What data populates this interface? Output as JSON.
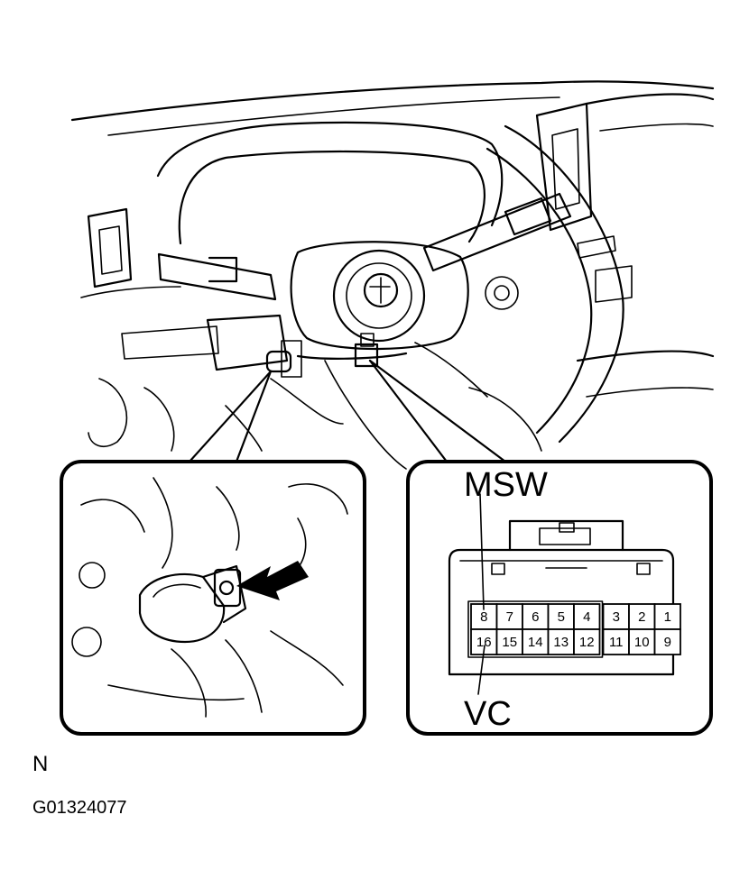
{
  "labels": {
    "msw": "MSW",
    "vc": "VC",
    "view_code": "N",
    "figure_id": "G01324077"
  },
  "connector": {
    "top_row": [
      "8",
      "7",
      "6",
      "5",
      "4",
      "3",
      "2",
      "1"
    ],
    "bottom_row": [
      "16",
      "15",
      "14",
      "13",
      "12",
      "11",
      "10",
      "9"
    ]
  },
  "icons": [
    "arrow-icon"
  ]
}
